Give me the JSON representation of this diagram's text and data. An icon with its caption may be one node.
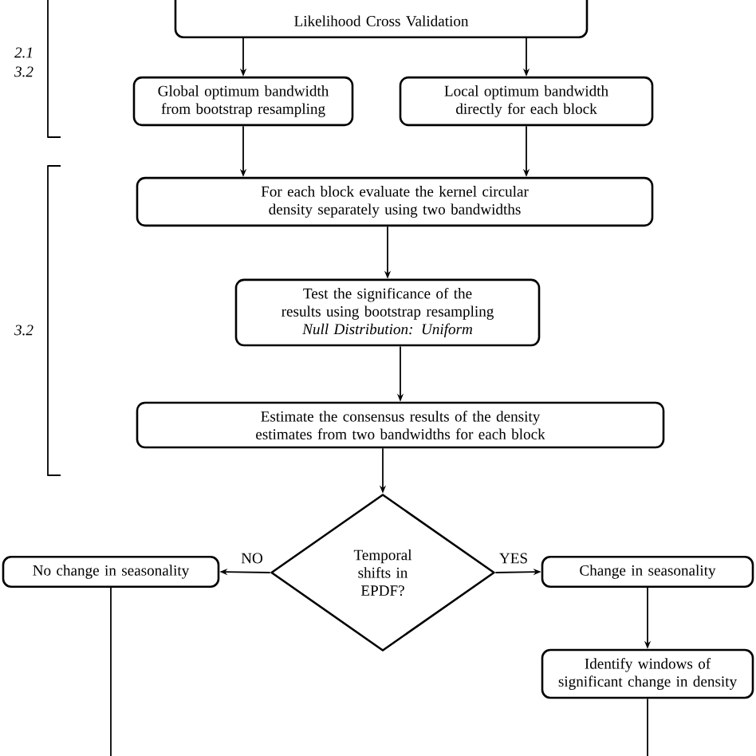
{
  "diagram": {
    "nodes": [
      {
        "text": [
          "Likelihood Cross Validation"
        ]
      },
      {
        "text": [
          "Global optimum bandwidth from bootstrap resampling"
        ]
      },
      {
        "text": [
          "Local optimum bandwidth directly for each block"
        ]
      },
      {
        "text": [
          "For each block evaluate the kernel circular density separately using two bandwidths"
        ]
      },
      {
        "text": [
          "Test the significance of the results using bootstrap resampling",
          "Null Distribution: Uniform"
        ]
      },
      {
        "text": [
          "Estimate the consensus results of the density estimates from two bandwidths for each block"
        ]
      },
      {
        "text": [
          "Temporal shifts in EPDF?"
        ]
      },
      {
        "text": [
          "No change in seasonality"
        ]
      },
      {
        "text": [
          "Change in seasonality"
        ]
      },
      {
        "text": [
          "Identify windows of significant change in density"
        ]
      }
    ],
    "edges": [
      {
        "from": 0,
        "to": 1,
        "arrow": "to"
      },
      {
        "from": 0,
        "to": 2,
        "arrow": "to"
      },
      {
        "from": 1,
        "to": 3,
        "arrow": "to"
      },
      {
        "from": 2,
        "to": 3,
        "arrow": "to"
      },
      {
        "from": 3,
        "to": 4,
        "arrow": "to"
      },
      {
        "from": 4,
        "to": 5,
        "arrow": "to"
      },
      {
        "from": 5,
        "to": 6,
        "arrow": "to"
      },
      {
        "from": 6,
        "to": 7,
        "arrow": "to",
        "label": "NO"
      },
      {
        "from": 6,
        "to": 8,
        "arrow": "to",
        "label": "YES"
      },
      {
        "from": 8,
        "to": 9,
        "arrow": "to"
      },
      {
        "from": 7,
        "to": null,
        "arrow": "none"
      },
      {
        "from": 9,
        "to": null,
        "arrow": "none"
      }
    ],
    "labels": [
      "2.1",
      "3.2",
      "3.2"
    ]
  }
}
